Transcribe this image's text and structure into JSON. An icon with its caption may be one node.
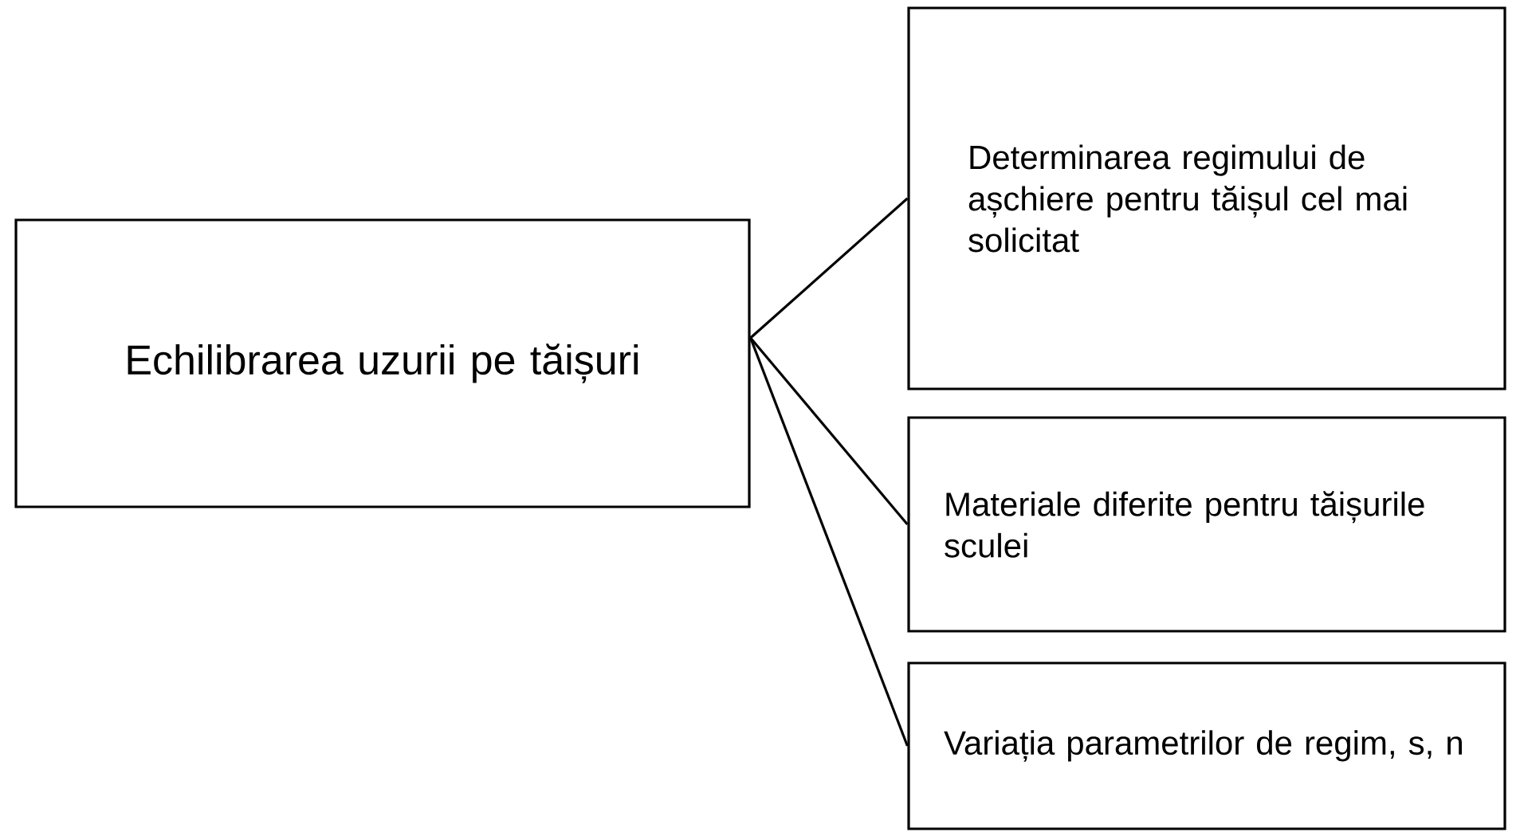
{
  "diagram": {
    "nodes": [
      {
        "text": [
          "Echilibrarea uzurii pe tăișuri"
        ]
      },
      {
        "text": [
          "Determinarea regimului de așchiere pentru tăișul cel mai solicitat"
        ]
      },
      {
        "text": [
          "Materiale diferite pentru tăișurile sculei"
        ]
      },
      {
        "text": [
          "Variația parametrilor de regim, s, n"
        ]
      }
    ],
    "edges": [
      {
        "from": 0,
        "to": 1,
        "arrow": "none"
      },
      {
        "from": 0,
        "to": 2,
        "arrow": "none"
      },
      {
        "from": 0,
        "to": 3,
        "arrow": "none"
      }
    ]
  }
}
